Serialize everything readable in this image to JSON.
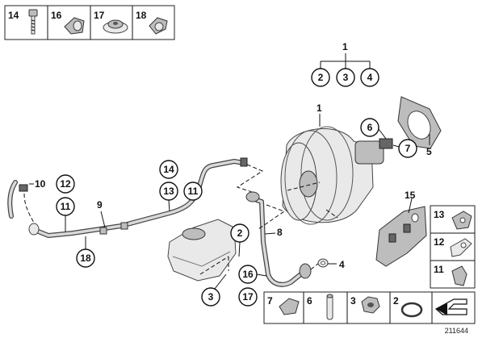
{
  "top_box": [
    "14",
    "16",
    "17",
    "18"
  ],
  "assembly_tree": {
    "parent": "1",
    "children": [
      "2",
      "3",
      "4"
    ]
  },
  "callouts": {
    "c1": "1",
    "c6": "6",
    "c7": "7",
    "c5": "5",
    "c10": "10",
    "c12": "12",
    "c11a": "11",
    "c9": "9",
    "c18": "18",
    "c14": "14",
    "c13": "13",
    "c11b": "11",
    "c2": "2",
    "c8": "8",
    "c3": "3",
    "c16": "16",
    "c17": "17",
    "c4": "4",
    "c15": "15"
  },
  "right_box": [
    "13",
    "12",
    "11"
  ],
  "bottom_box": [
    "7",
    "6",
    "3",
    "2"
  ],
  "diagram_number": "211644"
}
